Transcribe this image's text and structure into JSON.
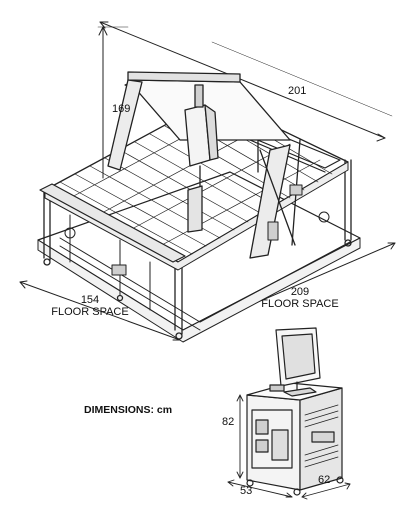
{
  "labels": {
    "height_machine": "169",
    "depth_machine": "201",
    "width_machine": "209",
    "width_machine_sub": "FLOOR SPACE",
    "front_machine": "154",
    "front_machine_sub": "FLOOR SPACE",
    "dimensions_title": "DIMENSIONS: cm",
    "cabinet_height": "82",
    "cabinet_depth": "53",
    "cabinet_width": "62"
  }
}
